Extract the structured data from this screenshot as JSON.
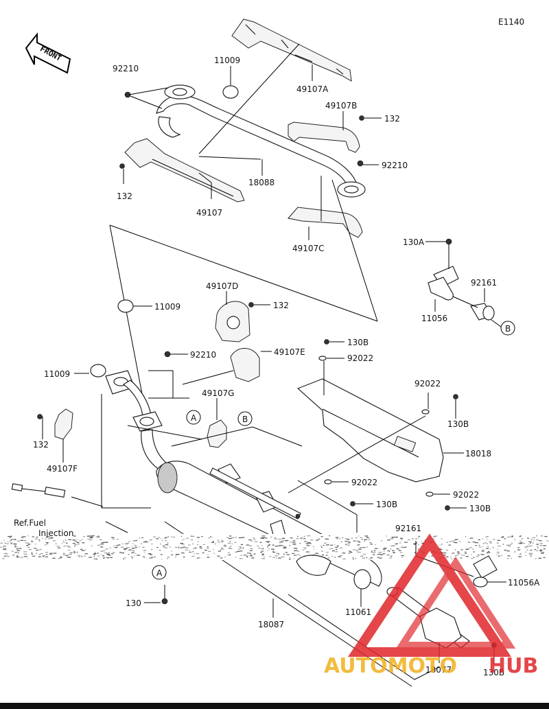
{
  "diagram": {
    "code": "E1140",
    "front_label": "FRONT",
    "ref_text_1": "Ref.Fuel",
    "ref_text_2": "Injection",
    "circle_a": "A",
    "circle_b": "B",
    "labels": {
      "p92210_top": "92210",
      "p11009_top": "11009",
      "p49107A": "49107A",
      "p49107B": "49107B",
      "p132_top": "132",
      "p92210_right": "92210",
      "p18088": "18088",
      "p132_left": "132",
      "p49107": "49107",
      "p49107C": "49107C",
      "p130A": "130A",
      "p92161_top": "92161",
      "p11056": "11056",
      "p11009_mid": "11009",
      "p49107D": "49107D",
      "p132_mid": "132",
      "p130B_a": "130B",
      "p92022_a": "92022",
      "p92210_mid": "92210",
      "p49107E": "49107E",
      "p11009_left": "11009",
      "p49107G": "49107G",
      "p132_lower": "132",
      "p49107F": "49107F",
      "p92022_b": "92022",
      "p130B_b": "130B",
      "p18018": "18018",
      "p92022_c": "92022",
      "p130B_c": "130B",
      "p92022_d": "92022",
      "p130B_d": "130B",
      "p92161_bottom": "92161",
      "p11056A": "11056A",
      "p130": "130",
      "p18087": "18087",
      "p11061": "11061",
      "p18077": "18077",
      "p130B_e": "130B"
    }
  },
  "watermark": {
    "text_left": "AUTOMOTO",
    "text_right": "HUB",
    "color_red": "#e0262b",
    "color_yellow": "#f2b01e"
  }
}
